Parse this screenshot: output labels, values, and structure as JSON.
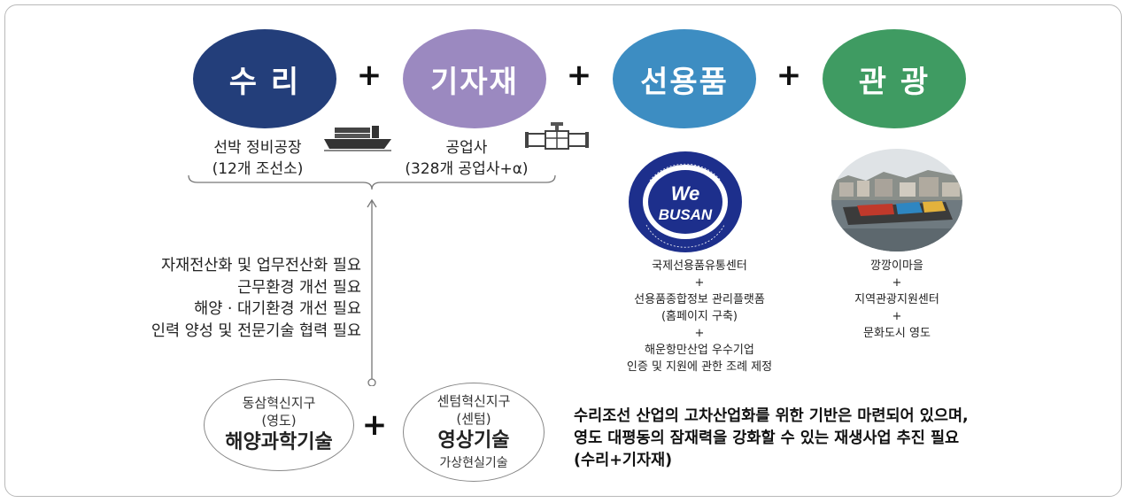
{
  "ovals": [
    {
      "label": "수 리",
      "color": "#233e7a"
    },
    {
      "label": "기자재",
      "color": "#9b89c0"
    },
    {
      "label": "선용품",
      "color": "#3d8dc2"
    },
    {
      "label": "관 광",
      "color": "#3f9b62"
    }
  ],
  "plus": [
    "+",
    "+",
    "+",
    "+"
  ],
  "repair": {
    "line1": "선박 정비공장",
    "line2": "(12개 조선소)",
    "icon": "ship-icon"
  },
  "equipment": {
    "line1": "공업사",
    "line2": "(328개 공업사+α)",
    "icon": "valve-icon"
  },
  "supplies": {
    "logo_text_top": "The World Excellence",
    "logo_text_left": "Maritime Transport & Port Industry of Busan",
    "logo_we": "We",
    "logo_busan": "BUSAN",
    "logo_color": "#1d2f8c",
    "lines": [
      "국제선용품유통센터",
      "+",
      "선용품종합정보 관리플랫폼",
      "(홈페이지 구축)",
      "+",
      "해운항만산업 우수기업",
      "인증 및 지원에 관한 조례 제정"
    ]
  },
  "tourism": {
    "photo": "harbor-photo",
    "lines": [
      "깡깡이마을",
      "+",
      "지역관광지원센터",
      "+",
      "문화도시 영도"
    ]
  },
  "needs": [
    "자재전산화 및 업무전산화 필요",
    "근무환경 개선 필요",
    "해양 · 대기환경 개선 필요",
    "인력 양성 및 전문기술 협력 필요"
  ],
  "district1": {
    "line1": "동삼혁신지구",
    "line2": "(영도)",
    "main": "해양과학기술"
  },
  "district2": {
    "line1": "센텀혁신지구",
    "line2": "(센텀)",
    "main": "영상기술",
    "sub": "가상현실기술"
  },
  "summary": [
    "수리조선 산업의 고차산업화를 위한 기반은 마련되어 있으며,",
    "영도 대평동의 잠재력을 강화할 수 있는 재생사업 추진 필요",
    "(수리+기자재)"
  ]
}
